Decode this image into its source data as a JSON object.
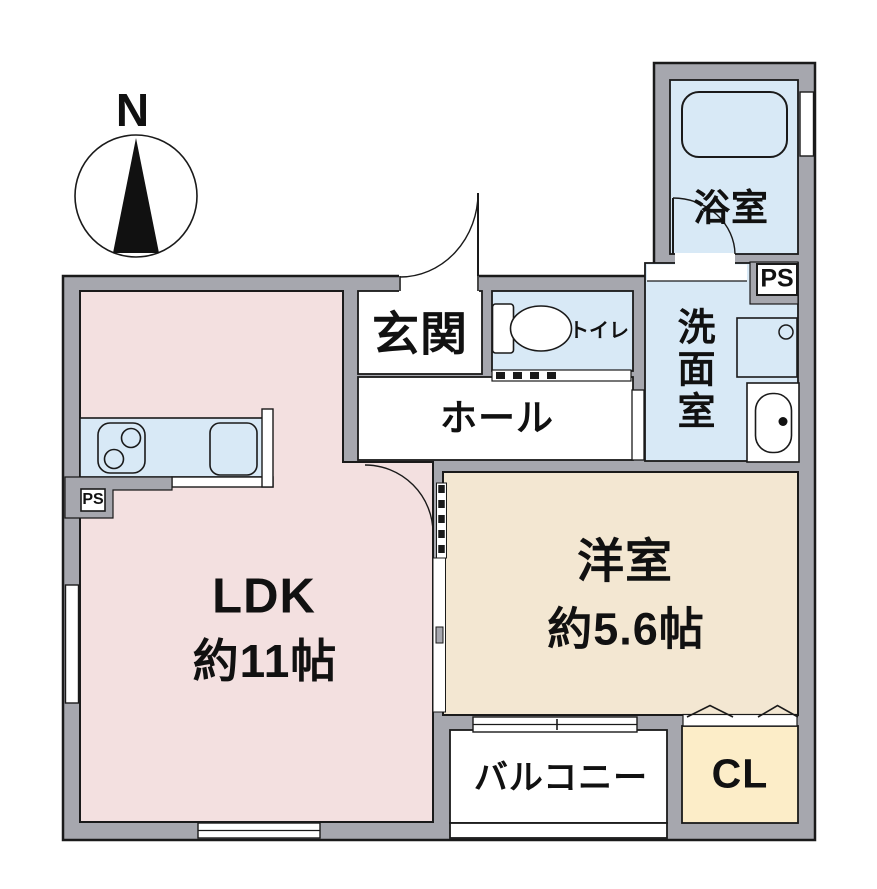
{
  "page": {
    "type": "apartment-floor-plan"
  },
  "compass": {
    "north_label": "N"
  },
  "rooms": {
    "ldk": {
      "name": "LDK",
      "size": "約11帖",
      "color": "#f3e0e0"
    },
    "western_room": {
      "name": "洋室",
      "size": "約5.6帖",
      "color": "#f3e7d2"
    },
    "entrance": {
      "label": "玄関",
      "color": "#ffffff"
    },
    "hall": {
      "label": "ホール",
      "color": "#ffffff"
    },
    "toilet": {
      "label": "トイレ",
      "color": "#d8e9f6"
    },
    "bathroom": {
      "label": "浴室",
      "color": "#d8e9f6"
    },
    "washroom": {
      "label": "洗面室",
      "color": "#d8e9f6"
    },
    "balcony": {
      "label": "バルコニー",
      "color": "#ffffff"
    },
    "closet": {
      "label": "CL",
      "color": "#fcedc8"
    }
  },
  "pipe_spaces": {
    "ps_washroom": "PS",
    "ps_kitchen": "PS"
  },
  "colors": {
    "wall": "#a6a7ae",
    "line": "#1a1a1a",
    "fixture_blue": "#d8e9f6",
    "background": "#ffffff"
  }
}
